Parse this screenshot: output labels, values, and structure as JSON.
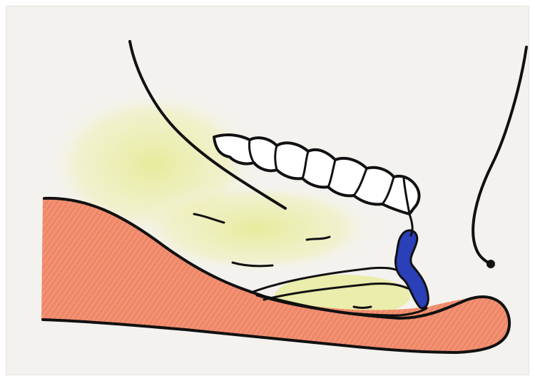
{
  "illustration": {
    "colors": {
      "paper": "#f4f2ef",
      "ink": "#111111",
      "soft_tissue": "#f08f6e",
      "tissue_shade": "#e0644a",
      "cavity_tint": "#e9ed9c",
      "marker": "#2a3fb8"
    },
    "parts": [
      "left-contour-line",
      "right-contour-line",
      "upper-teeth",
      "soft-tissue-band",
      "blue-marker",
      "yellow-shading",
      "texture-strokes"
    ]
  }
}
